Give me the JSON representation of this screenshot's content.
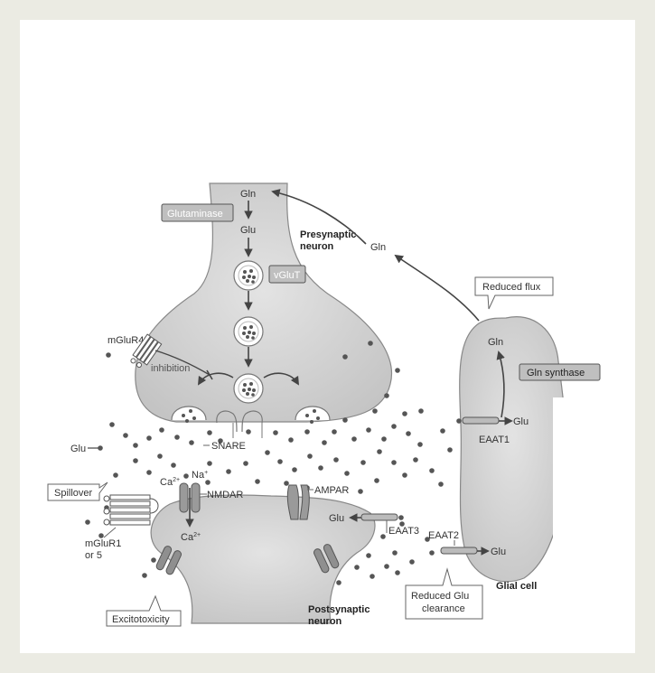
{
  "labels": {
    "gln_top": "Gln",
    "glutaminase": "Glutaminase",
    "glu_top": "Glu",
    "presynaptic": [
      "Presynaptic",
      "neuron"
    ],
    "gln_path": "Gln",
    "vglut": "vGluT",
    "reduced_flux": "Reduced flux",
    "gln_glial": "Gln",
    "gln_synthase": "Gln synthase",
    "mglur4": "mGluR4",
    "inhibition": "inhibition",
    "glu_left": "Glu",
    "snare": "SNARE",
    "eaat1": "EAAT1",
    "glu_eaat1": "Glu",
    "spillover": "Spillover",
    "ca_in": "Ca",
    "na_in": "Na",
    "nmdar": "NMDAR",
    "ampar": "AMPAR",
    "ca_post": "Ca",
    "glu_eaat3": "Glu",
    "eaat3": "EAAT3",
    "eaat2": "EAAT2",
    "glu_eaat2": "Glu",
    "mglur15": [
      "mGluR1",
      "or 5"
    ],
    "reduced_clearance": [
      "Reduced Glu",
      "clearance"
    ],
    "glial_cell": "Glial cell",
    "excitotoxicity": "Excitotoxicity",
    "postsynaptic": [
      "Postsynaptic",
      "neuron"
    ],
    "sup_2plus": "2+",
    "sup_plus": "+"
  },
  "colors": {
    "cell_fill": "#d2d2d2",
    "box_fill": "#bfbfbf",
    "dot": "#555555",
    "background": "#ebebe3"
  }
}
